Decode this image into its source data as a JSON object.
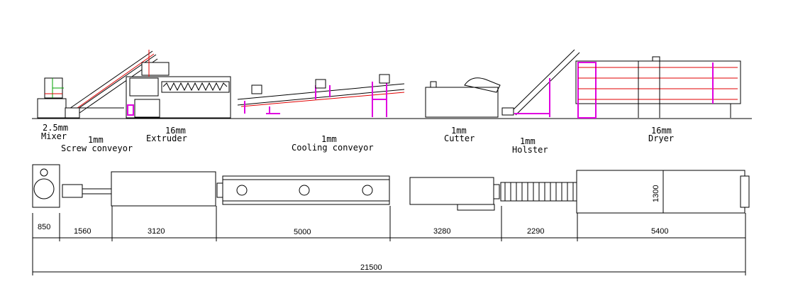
{
  "elevation_labels": [
    {
      "spec": "2.5mm",
      "name": "Mixer"
    },
    {
      "spec": "1mm",
      "name": "Screw conveyor"
    },
    {
      "spec": "16mm",
      "name": "Extruder"
    },
    {
      "spec": "1mm",
      "name": "Cooling conveyor"
    },
    {
      "spec": "1mm",
      "name": "Cutter"
    },
    {
      "spec": "1mm",
      "name": "Holster"
    },
    {
      "spec": "16mm",
      "name": "Dryer"
    }
  ],
  "plan_dimensions": [
    "850",
    "1560",
    "3120",
    "5000",
    "3280",
    "2290",
    "5400"
  ],
  "dryer_width": "1300",
  "total_length": "21500",
  "colors": {
    "lines": "#000000",
    "frame": "#e000e0",
    "pipes": "#e00000",
    "accent": "#00a000"
  }
}
